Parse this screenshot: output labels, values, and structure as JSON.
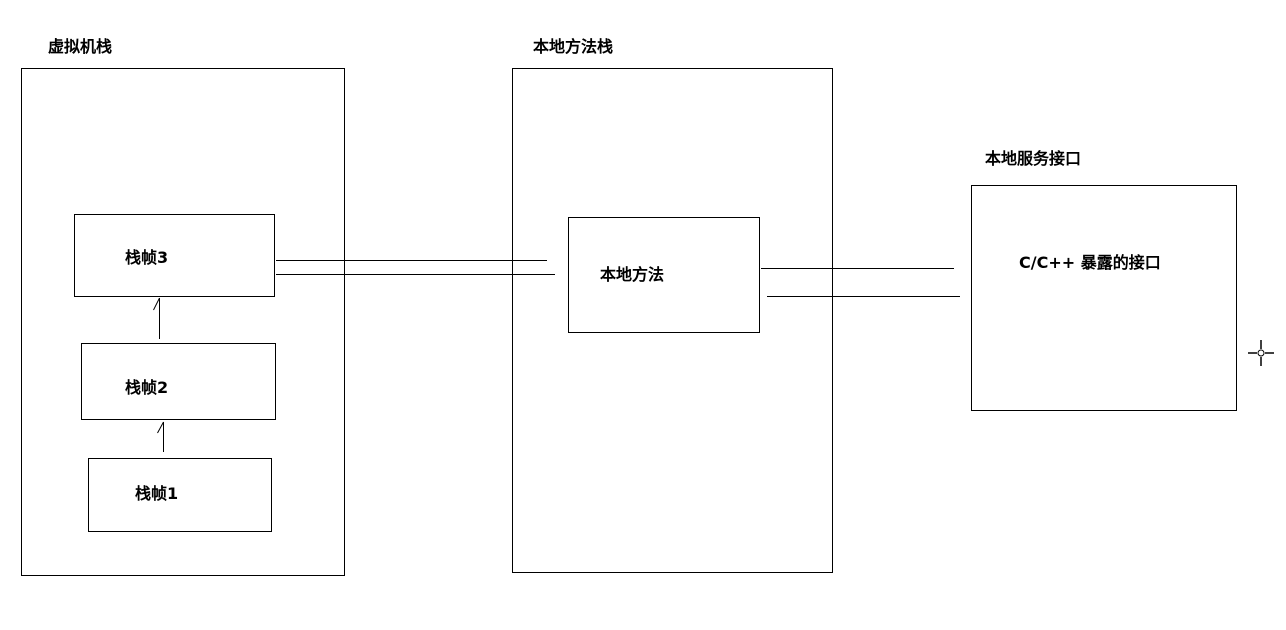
{
  "diagram": {
    "vm_stack": {
      "title": "虚拟机栈",
      "frames": {
        "frame3": "栈帧3",
        "frame2": "栈帧2",
        "frame1": "栈帧1"
      }
    },
    "native_method_stack": {
      "title": "本地方法栈",
      "native_method": "本地方法"
    },
    "native_service_interface": {
      "title": "本地服务接口",
      "content": "C/C++ 暴露的接口"
    }
  },
  "icons": {
    "cursor": "crosshair-cursor-icon"
  }
}
